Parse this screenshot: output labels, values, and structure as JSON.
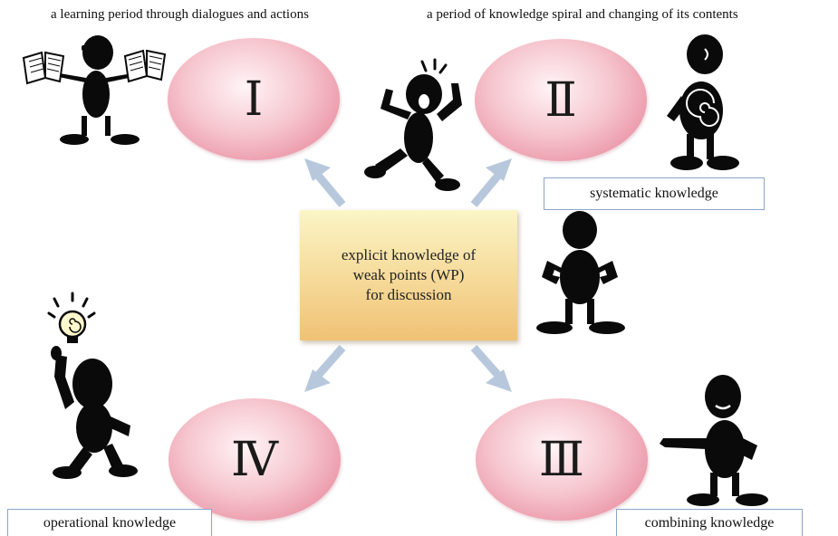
{
  "captions": {
    "top_left": "a learning period through dialogues and actions",
    "top_right": "a period of knowledge spiral and changing of its contents"
  },
  "phases": [
    {
      "numeral": "Ⅰ"
    },
    {
      "numeral": "Ⅱ"
    },
    {
      "numeral": "Ⅲ"
    },
    {
      "numeral": "Ⅳ"
    }
  ],
  "center": {
    "line1": "explicit knowledge of",
    "line2": "weak points (WP)",
    "line3": "for discussion"
  },
  "labels": {
    "systematic": "systematic knowledge",
    "operational": "operational knowledge",
    "combining": "combining knowledge"
  },
  "colors": {
    "arrow": "#b8c8dc",
    "ellipse": "#f2b3c0",
    "center_box": "#f6d894",
    "label_border": "#8aa6c8",
    "figure": "#0a0a0a"
  }
}
